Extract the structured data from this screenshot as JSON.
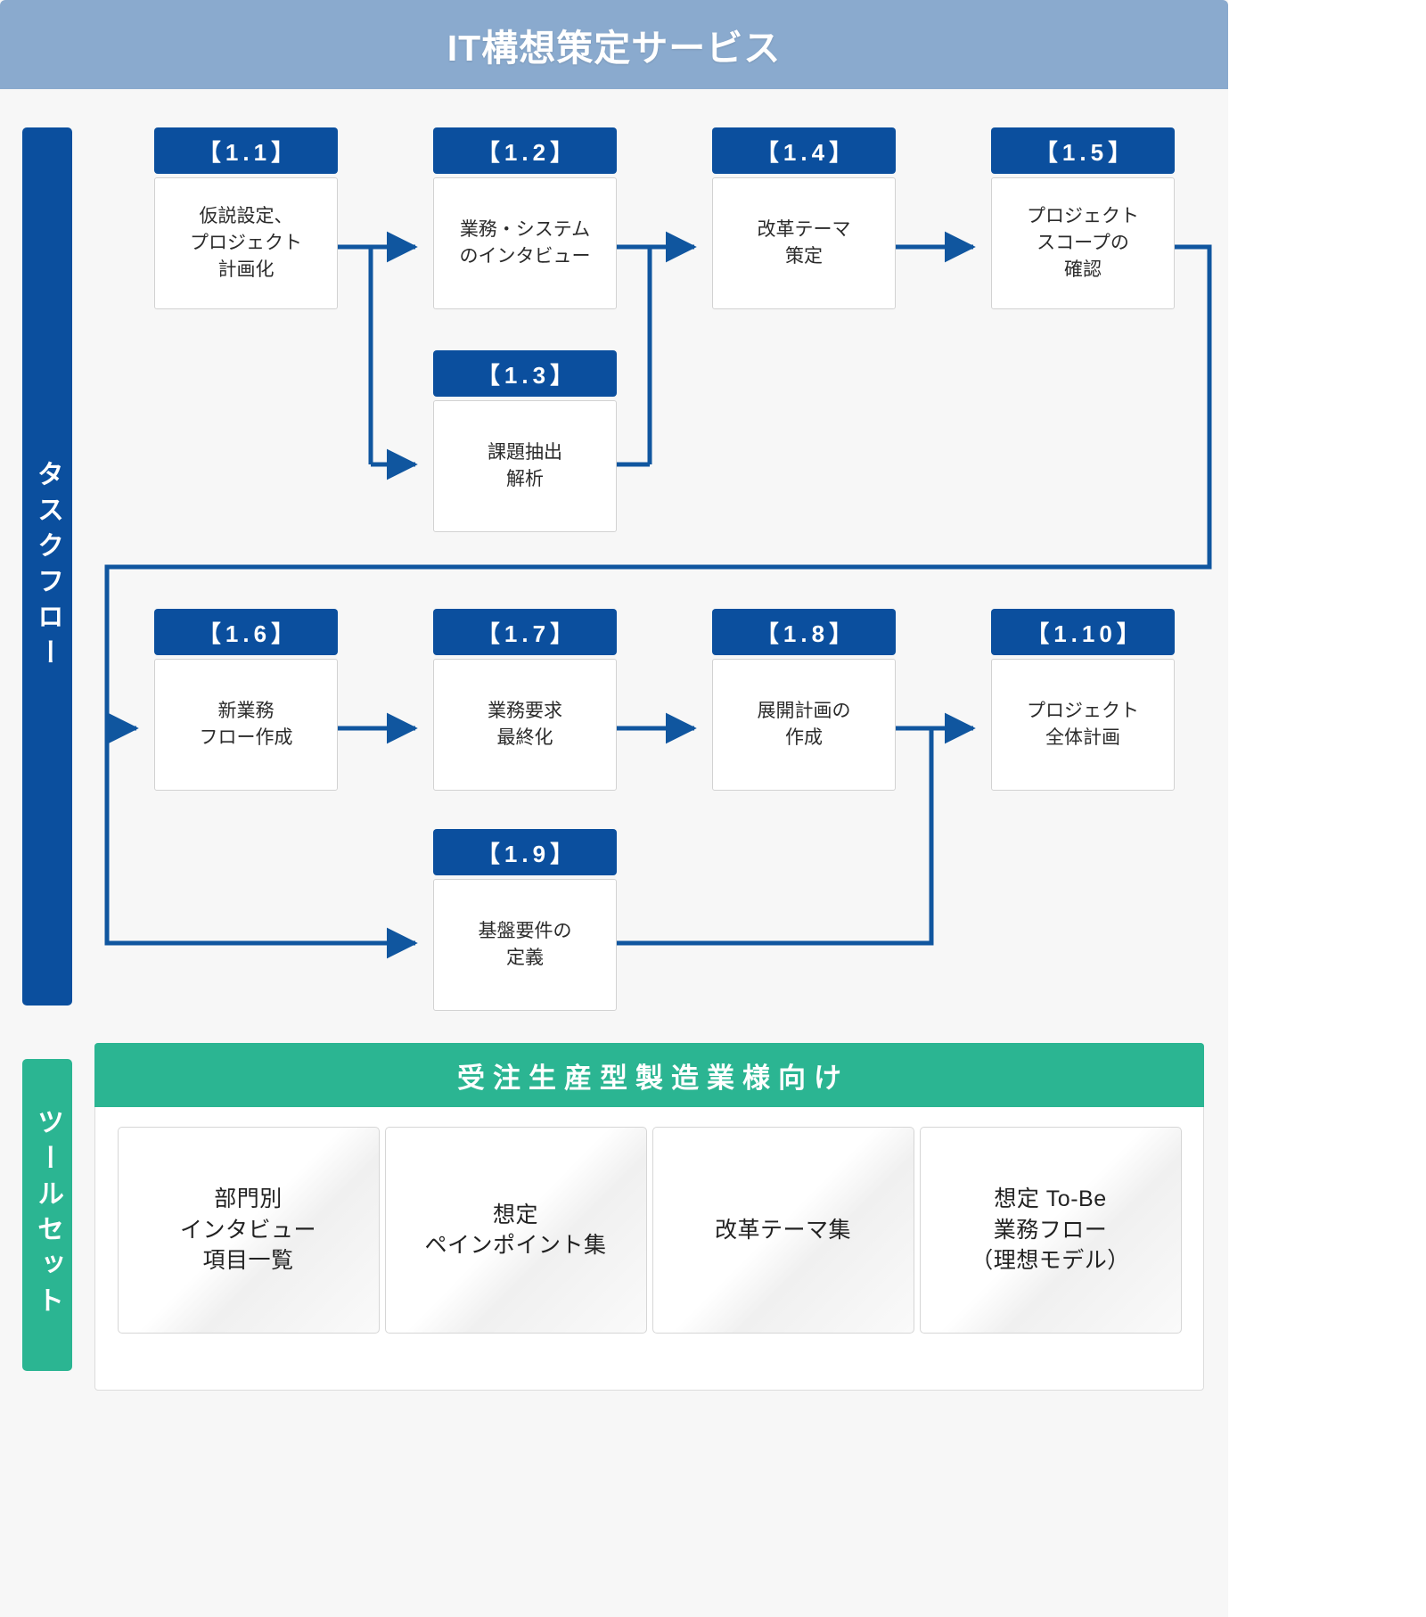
{
  "header": {
    "title": "IT構想策定サービス"
  },
  "sidebar": {
    "taskflow_label": "タスクフロー",
    "toolset_label": "ツールセット"
  },
  "colors": {
    "header_blue": "#8aaace",
    "accent_blue": "#0b4f9e",
    "accent_green": "#2bb592",
    "canvas": "#f7f7f7",
    "box_border": "#d2d2d2",
    "text": "#2b2b2b"
  },
  "tasks": [
    {
      "id": "1.1",
      "number": "【1.1】",
      "label": "仮説設定、\nプロジェクト\n計画化"
    },
    {
      "id": "1.2",
      "number": "【1.2】",
      "label": "業務・システム\nのインタビュー"
    },
    {
      "id": "1.3",
      "number": "【1.3】",
      "label": "課題抽出\n解析"
    },
    {
      "id": "1.4",
      "number": "【1.4】",
      "label": "改革テーマ\n策定"
    },
    {
      "id": "1.5",
      "number": "【1.5】",
      "label": "プロジェクト\nスコープの\n確認"
    },
    {
      "id": "1.6",
      "number": "【1.6】",
      "label": "新業務\nフロー作成"
    },
    {
      "id": "1.7",
      "number": "【1.7】",
      "label": "業務要求\n最終化"
    },
    {
      "id": "1.8",
      "number": "【1.8】",
      "label": "展開計画の\n作成"
    },
    {
      "id": "1.9",
      "number": "【1.9】",
      "label": "基盤要件の\n定義"
    },
    {
      "id": "1.10",
      "number": "【1.10】",
      "label": "プロジェクト\n全体計画"
    }
  ],
  "toolset": {
    "title": "受注生産型製造業様向け",
    "cards": [
      {
        "label": "部門別\nインタビュー\n項目一覧"
      },
      {
        "label": "想定\nペインポイント集"
      },
      {
        "label": "改革テーマ集"
      },
      {
        "label": "想定 To-Be\n業務フロー\n（理想モデル）"
      }
    ]
  },
  "flow_edges": [
    "1.1 → 1.2",
    "1.1 → 1.3",
    "1.2 → 1.4",
    "1.3 → 1.4",
    "1.4 → 1.5",
    "1.5 → 1.6",
    "1.6 → 1.7",
    "1.7 → 1.8",
    "1.8 → 1.10",
    "1.5 → 1.9",
    "1.9 → 1.10"
  ]
}
